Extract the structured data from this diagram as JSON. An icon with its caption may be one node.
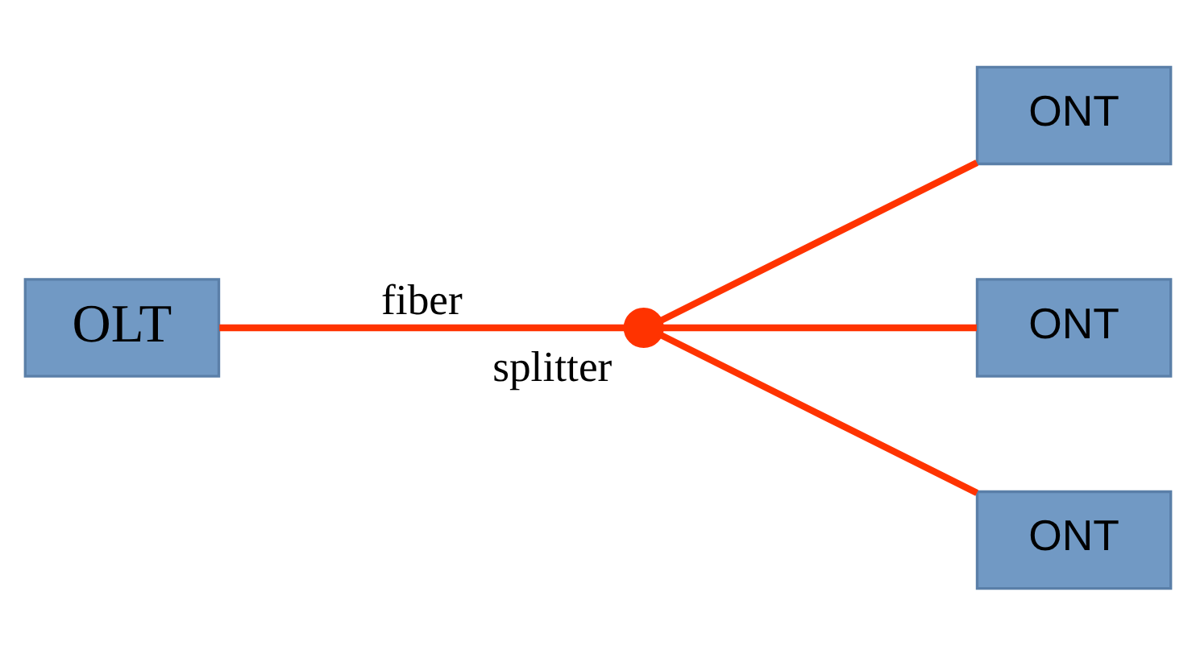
{
  "diagram": {
    "nodes": [
      {
        "text": [
          "ONT"
        ]
      },
      {
        "text": [
          "OLT"
        ]
      },
      {
        "text": [
          "ONT"
        ]
      },
      {
        "text": [
          "splitter"
        ]
      },
      {
        "text": [
          "ONT"
        ]
      }
    ],
    "edges": [
      {
        "from": 1,
        "to": 3,
        "arrow": "none",
        "label": "fiber"
      },
      {
        "from": 3,
        "to": 0,
        "arrow": "none"
      },
      {
        "from": 3,
        "to": 2,
        "arrow": "none"
      },
      {
        "from": 3,
        "to": 4,
        "arrow": "none"
      }
    ]
  }
}
